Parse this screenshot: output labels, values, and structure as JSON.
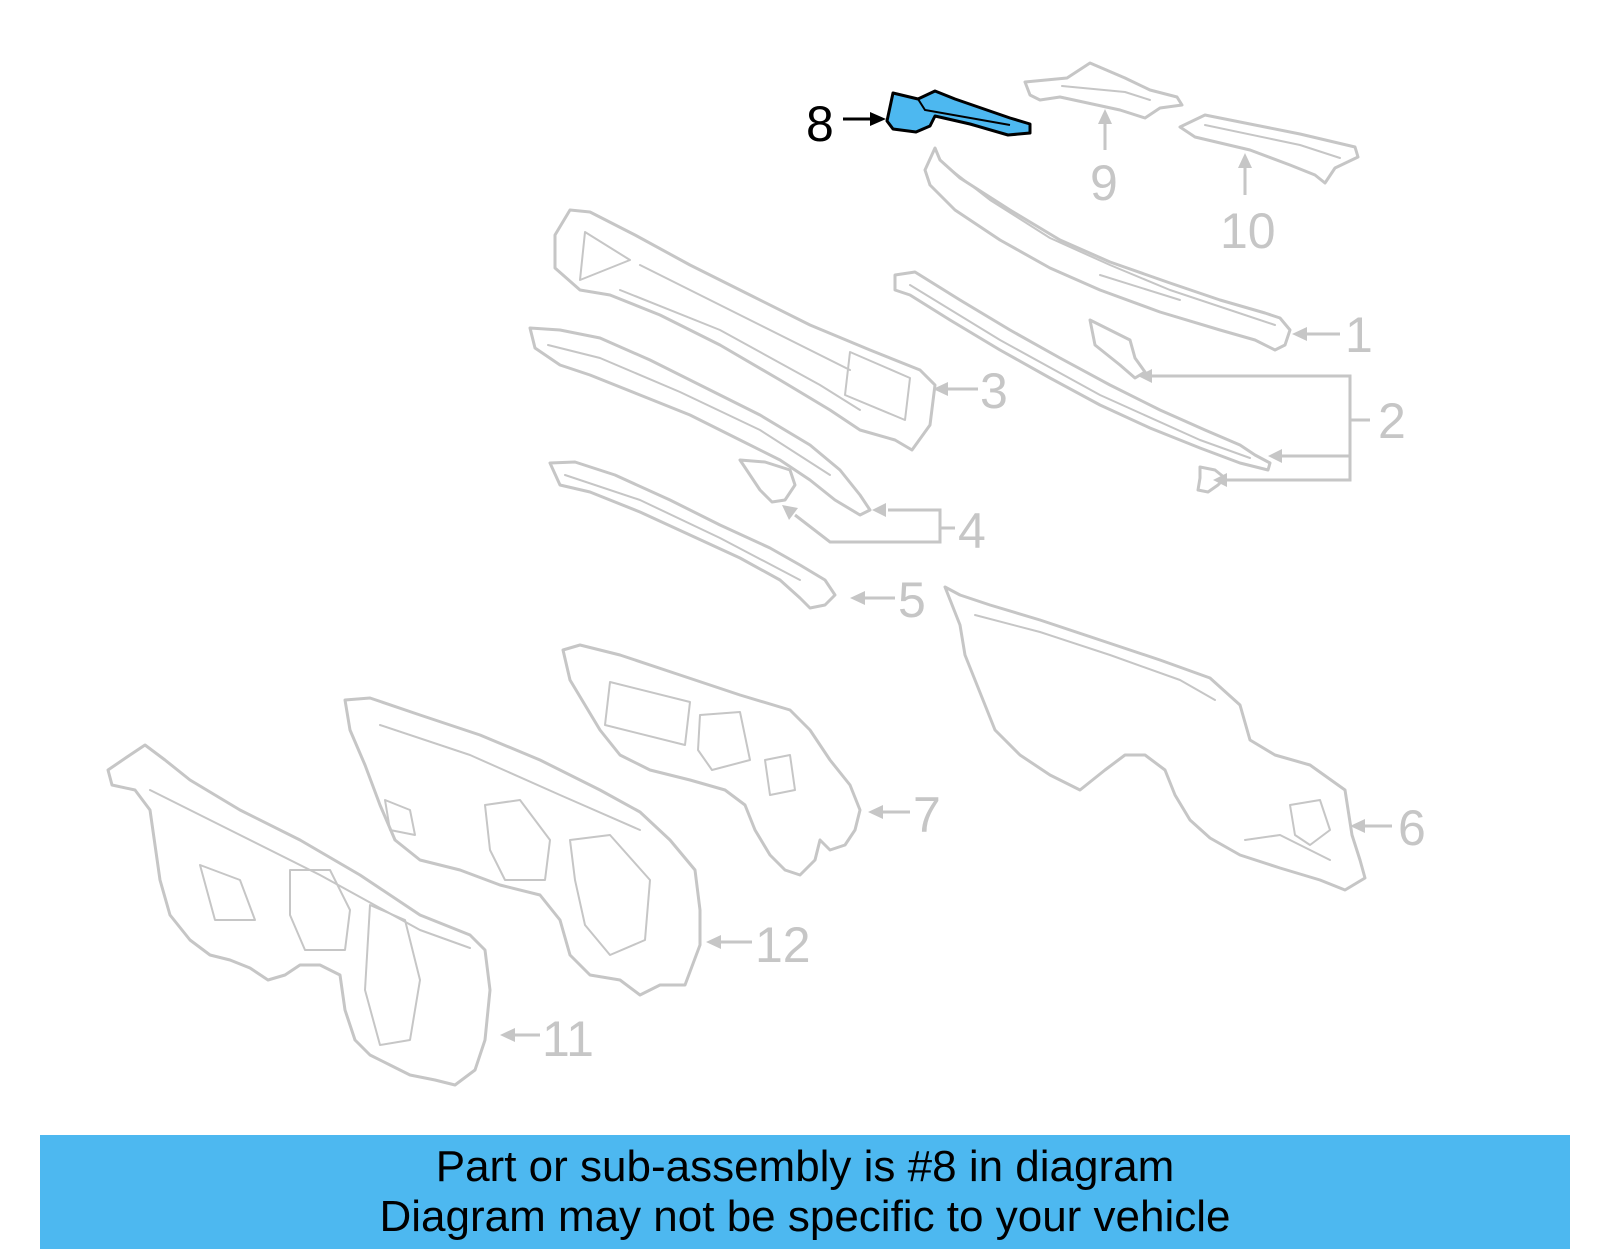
{
  "diagram": {
    "highlight_color": "#4db8f0",
    "part_color": "#c6c6c6",
    "highlighted_part": "8",
    "callouts": [
      {
        "id": "c1",
        "label": "1"
      },
      {
        "id": "c2",
        "label": "2"
      },
      {
        "id": "c3",
        "label": "3"
      },
      {
        "id": "c4",
        "label": "4"
      },
      {
        "id": "c5",
        "label": "5"
      },
      {
        "id": "c6",
        "label": "6"
      },
      {
        "id": "c7",
        "label": "7"
      },
      {
        "id": "c8",
        "label": "8"
      },
      {
        "id": "c9",
        "label": "9"
      },
      {
        "id": "c10",
        "label": "10"
      },
      {
        "id": "c11",
        "label": "11"
      },
      {
        "id": "c12",
        "label": "12"
      }
    ]
  },
  "banner": {
    "line1": "Part or sub-assembly is #8 in diagram",
    "line2": "Diagram may not be specific to your vehicle",
    "background": "#4db8f0"
  }
}
